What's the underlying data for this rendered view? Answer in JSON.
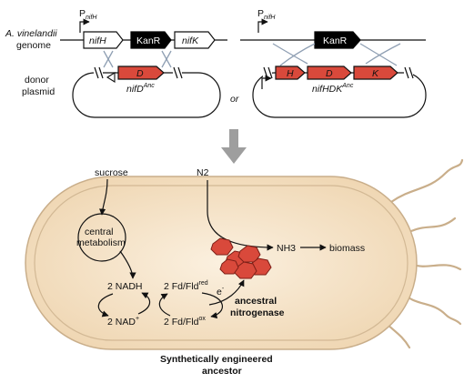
{
  "genome": {
    "organism": "A. vinelandii",
    "word": "genome",
    "promoter_p": "P",
    "promoter_sub": "nifH",
    "genes": {
      "nifH": "nifH",
      "kanr": "KanR",
      "nifK": "nifK"
    }
  },
  "donor": {
    "line1": "donor",
    "line2": "plasmid",
    "single_gene": "D",
    "single_label": "nifD",
    "single_sup": "Anc",
    "or_text": "or",
    "multi_genes": [
      "H",
      "D",
      "K"
    ],
    "multi_label": "nifHDK",
    "multi_sup": "Anc"
  },
  "right_genome": {
    "promoter_p": "P",
    "promoter_sub": "nifH",
    "kanr": "KanR"
  },
  "cell": {
    "sucrose": "sucrose",
    "central1": "central",
    "central2": "metabolism",
    "nadh": "2 NADH",
    "nad": "2 NAD",
    "nad_sup": "+",
    "fd_red": "2 Fd/Fld",
    "fd_red_sup": "red",
    "fd_ox": "2 Fd/Fld",
    "fd_ox_sup": "ox",
    "electron": "e",
    "electron_sup": "-",
    "n2": "N2",
    "nh3": "NH3",
    "biomass": "biomass",
    "enzyme1": "ancestral",
    "enzyme2": "nitrogenase",
    "caption1": "Synthetically engineered",
    "caption2": "ancestor"
  },
  "colors": {
    "gene_red": "#d9493b",
    "kanr_black": "#000000",
    "cell_fill": "#f4e2c9",
    "cell_outline": "#c9ae8a",
    "enzyme": "#d9493b",
    "big_arrow": "#9e9e9e"
  }
}
